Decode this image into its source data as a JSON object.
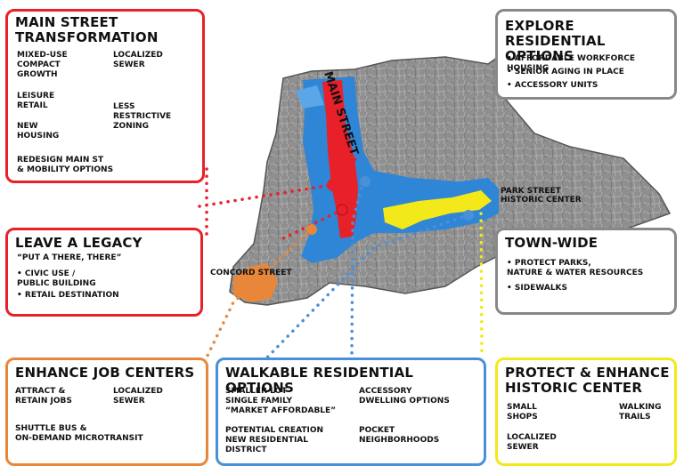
{
  "colors": {
    "red": "#e8202a",
    "gray": "#888888",
    "orange": "#e8873a",
    "blue": "#4a90d9",
    "yellow": "#f2e81a"
  },
  "map": {
    "main_street_label": "MAIN STREET",
    "park_street_label": "PARK STREET\nHISTORIC CENTER",
    "concord_street_label": "CONCORD STREET"
  },
  "main_street_box": {
    "title": "MAIN STREET\nTRANSFORMATION",
    "items": [
      "MIXED-USE\nCOMPACT\nGROWTH",
      "LOCALIZED\nSEWER",
      "LEISURE\nRETAIL",
      "LESS\nRESTRICTIVE\nZONING",
      "NEW\nHOUSING",
      "REDESIGN MAIN ST\n& MOBILITY OPTIONS"
    ]
  },
  "legacy_box": {
    "title": "LEAVE A LEGACY",
    "subtitle": "“PUT A THERE, THERE”",
    "items": [
      "• CIVIC USE /\n   PUBLIC BUILDING",
      "• RETAIL DESTINATION"
    ]
  },
  "residential_box": {
    "title": "EXPLORE RESIDENTIAL\nOPTIONS",
    "items": [
      "• AFFORDABLE WORKFORCE HOUSING",
      "• SENIOR AGING IN PLACE",
      "• ACCESSORY UNITS"
    ]
  },
  "townwide_box": {
    "title": "TOWN-WIDE",
    "items": [
      "• PROTECT PARKS,\n   NATURE & WATER RESOURCES",
      "• SIDEWALKS"
    ]
  },
  "jobs_box": {
    "title": "ENHANCE JOB CENTERS",
    "items": [
      "ATTRACT &\nRETAIN JOBS",
      "LOCALIZED\nSEWER",
      "SHUTTLE BUS &\nON-DEMAND MICROTRANSIT"
    ]
  },
  "walkable_box": {
    "title": "WALKABLE RESIDENTIAL OPTIONS",
    "items": [
      "SMALLER LOT\nSINGLE FAMILY\n“MARKET AFFORDABLE”",
      "ACCESSORY\nDWELLING OPTIONS",
      "POTENTIAL CREATION\nNEW RESIDENTIAL\nDISTRICT",
      "POCKET\nNEIGHBORHOODS"
    ]
  },
  "historic_box": {
    "title": "PROTECT & ENHANCE\nHISTORIC CENTER",
    "items": [
      "SMALL\nSHOPS",
      "WALKING\nTRAILS",
      "LOCALIZED\nSEWER"
    ]
  }
}
